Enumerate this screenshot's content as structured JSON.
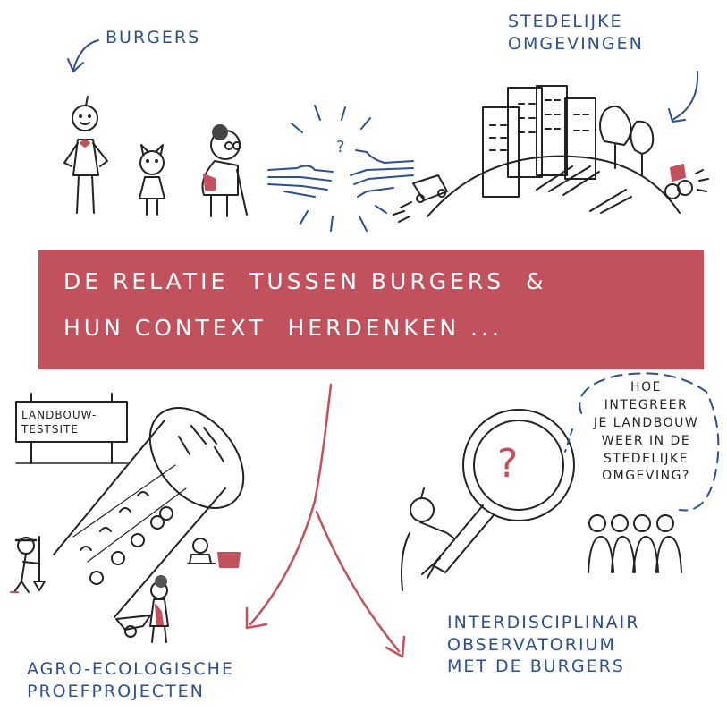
{
  "labels": {
    "burgers": "BURGERS",
    "urban_line1": "STEDELIJKE",
    "urban_line2": "OMGEVINGEN",
    "banner_line1": "DE RELATIE  TUSSEN BURGERS  &",
    "banner_line2": "HUN CONTEXT  HERDENKEN ...",
    "sign_line1": "LANDBOUW-",
    "sign_line2": "TESTSITE",
    "bubble_lines": [
      "HOE",
      "INTEGREER",
      "JE LANDBOUW",
      "WEER IN DE",
      "STEDELIJKE",
      "OMGEVING?"
    ],
    "agro_line1": "AGRO-ECOLOGISCHE",
    "agro_line2": "PROEFPROJECTEN",
    "obs_line1": "INTERDISCIPLINAIR",
    "obs_line2": "OBSERVATORIUM",
    "obs_line3": "MET DE BURGERS",
    "question_small": "?",
    "question_big": "?"
  },
  "colors": {
    "banner": "#c1515c",
    "ink_blue": "#2e4f8c",
    "ink_black": "#222222",
    "accent_red": "#c1515c"
  }
}
